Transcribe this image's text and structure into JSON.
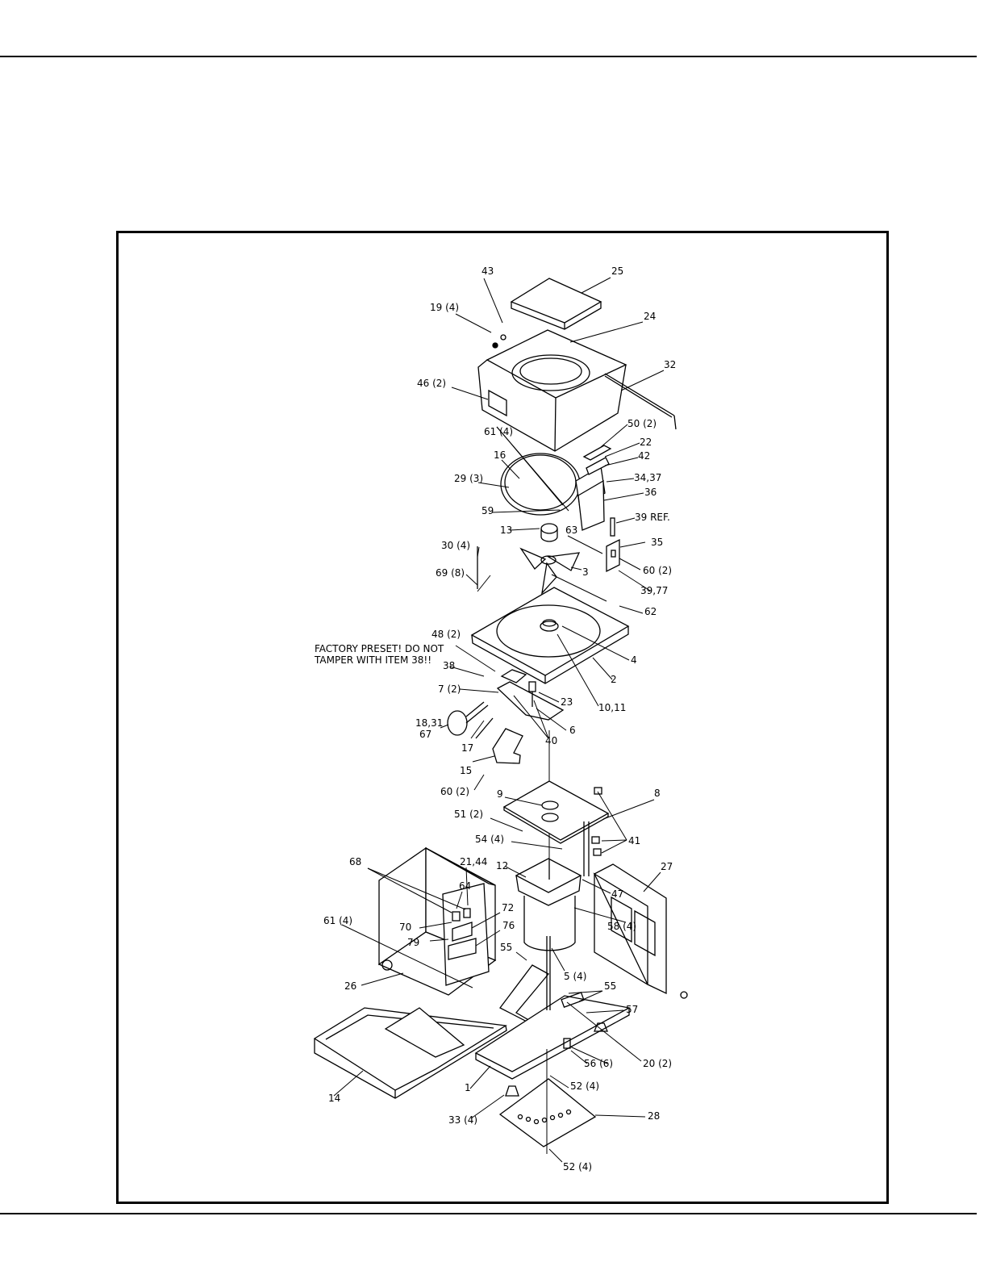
{
  "note": {
    "line1": "FACTORY PRESET!  DO NOT",
    "line2": "TAMPER WITH ITEM 38!!"
  },
  "callouts": [
    {
      "id": "c25",
      "text": "25"
    },
    {
      "id": "c43",
      "text": "43"
    },
    {
      "id": "c19",
      "text": "19 (4)"
    },
    {
      "id": "c24",
      "text": "24"
    },
    {
      "id": "c32",
      "text": "32"
    },
    {
      "id": "c46",
      "text": "46 (2)"
    },
    {
      "id": "c50",
      "text": "50 (2)"
    },
    {
      "id": "c61a",
      "text": "61 (4)"
    },
    {
      "id": "c22",
      "text": "22"
    },
    {
      "id": "c16",
      "text": "16"
    },
    {
      "id": "c42",
      "text": "42"
    },
    {
      "id": "c29",
      "text": "29 (3)"
    },
    {
      "id": "c3437",
      "text": "34,37"
    },
    {
      "id": "c36",
      "text": "36"
    },
    {
      "id": "c59",
      "text": "59"
    },
    {
      "id": "c39ref",
      "text": "39 REF."
    },
    {
      "id": "c13",
      "text": "13"
    },
    {
      "id": "c63",
      "text": "63"
    },
    {
      "id": "c35",
      "text": "35"
    },
    {
      "id": "c30",
      "text": "30 (4)"
    },
    {
      "id": "c60a",
      "text": "60 (2)"
    },
    {
      "id": "c69",
      "text": "69 (8)"
    },
    {
      "id": "c3",
      "text": "3"
    },
    {
      "id": "c3977",
      "text": "39,77"
    },
    {
      "id": "c62",
      "text": "62"
    },
    {
      "id": "c48",
      "text": "48 (2)"
    },
    {
      "id": "c4",
      "text": "4"
    },
    {
      "id": "c38",
      "text": "38"
    },
    {
      "id": "c2",
      "text": "2"
    },
    {
      "id": "c7",
      "text": "7 (2)"
    },
    {
      "id": "c23",
      "text": "23"
    },
    {
      "id": "c1011",
      "text": "10,11"
    },
    {
      "id": "c1831",
      "text": "18,31"
    },
    {
      "id": "c67",
      "text": "67"
    },
    {
      "id": "c6",
      "text": "6"
    },
    {
      "id": "c40",
      "text": "40"
    },
    {
      "id": "c17",
      "text": "17"
    },
    {
      "id": "c15",
      "text": "15"
    },
    {
      "id": "c60b",
      "text": "60 (2)"
    },
    {
      "id": "c9",
      "text": "9"
    },
    {
      "id": "c8",
      "text": "8"
    },
    {
      "id": "c51",
      "text": "51 (2)"
    },
    {
      "id": "c54",
      "text": "54 (4)"
    },
    {
      "id": "c41",
      "text": "41"
    },
    {
      "id": "c68",
      "text": "68"
    },
    {
      "id": "c2144",
      "text": "21,44"
    },
    {
      "id": "c12",
      "text": "12"
    },
    {
      "id": "c27",
      "text": "27"
    },
    {
      "id": "c64",
      "text": "64"
    },
    {
      "id": "c47",
      "text": "47"
    },
    {
      "id": "c61b",
      "text": "61 (4)"
    },
    {
      "id": "c70",
      "text": "70"
    },
    {
      "id": "c72",
      "text": "72"
    },
    {
      "id": "c58",
      "text": "58 (4)"
    },
    {
      "id": "c79",
      "text": "79"
    },
    {
      "id": "c76",
      "text": "76"
    },
    {
      "id": "c55a",
      "text": "55"
    },
    {
      "id": "c5",
      "text": "5 (4)"
    },
    {
      "id": "c26",
      "text": "26"
    },
    {
      "id": "c55b",
      "text": "55"
    },
    {
      "id": "c57",
      "text": "57"
    },
    {
      "id": "c56",
      "text": "56 (6)"
    },
    {
      "id": "c20",
      "text": "20 (2)"
    },
    {
      "id": "c14",
      "text": "14"
    },
    {
      "id": "c1",
      "text": "1"
    },
    {
      "id": "c52a",
      "text": "52 (4)"
    },
    {
      "id": "c33",
      "text": "33 (4)"
    },
    {
      "id": "c28",
      "text": "28"
    },
    {
      "id": "c52b",
      "text": "52 (4)"
    }
  ]
}
